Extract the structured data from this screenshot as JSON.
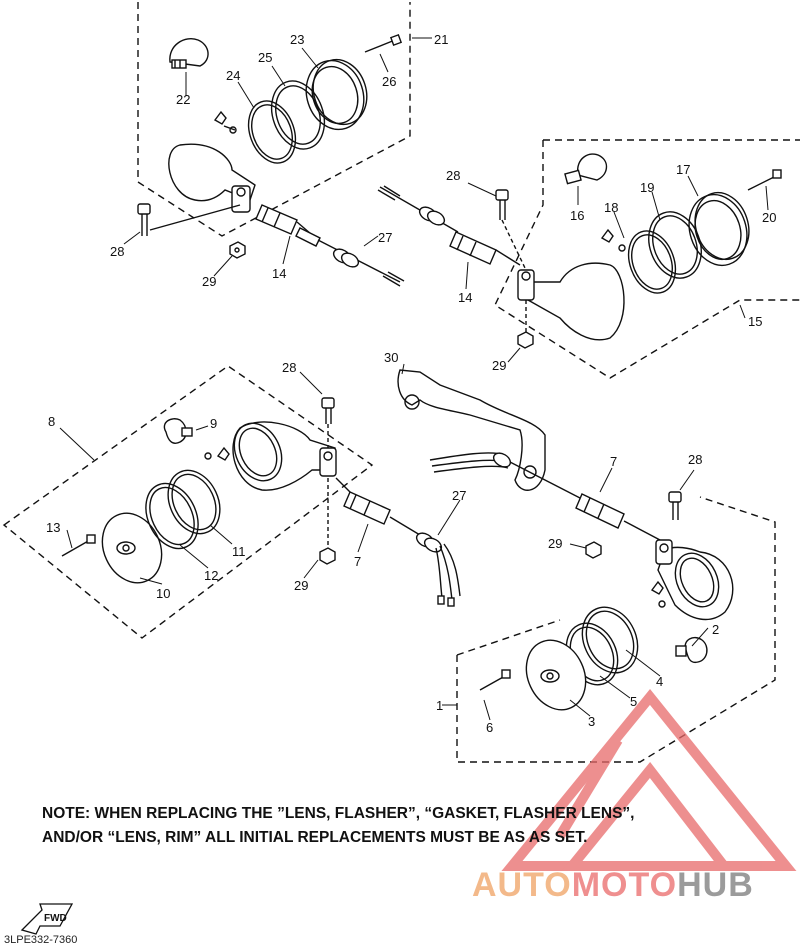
{
  "diagram": {
    "parts": [
      {
        "id": "p1",
        "label": "1"
      },
      {
        "id": "p2",
        "label": "2"
      },
      {
        "id": "p3",
        "label": "3"
      },
      {
        "id": "p4",
        "label": "4"
      },
      {
        "id": "p5",
        "label": "5"
      },
      {
        "id": "p6",
        "label": "6"
      },
      {
        "id": "p7a",
        "label": "7"
      },
      {
        "id": "p7b",
        "label": "7"
      },
      {
        "id": "p8",
        "label": "8"
      },
      {
        "id": "p9",
        "label": "9"
      },
      {
        "id": "p10",
        "label": "10"
      },
      {
        "id": "p11",
        "label": "11"
      },
      {
        "id": "p12",
        "label": "12"
      },
      {
        "id": "p13",
        "label": "13"
      },
      {
        "id": "p14a",
        "label": "14"
      },
      {
        "id": "p14b",
        "label": "14"
      },
      {
        "id": "p15",
        "label": "15"
      },
      {
        "id": "p16",
        "label": "16"
      },
      {
        "id": "p17",
        "label": "17"
      },
      {
        "id": "p18",
        "label": "18"
      },
      {
        "id": "p19",
        "label": "19"
      },
      {
        "id": "p20",
        "label": "20"
      },
      {
        "id": "p21",
        "label": "21"
      },
      {
        "id": "p22",
        "label": "22"
      },
      {
        "id": "p23",
        "label": "23"
      },
      {
        "id": "p24",
        "label": "24"
      },
      {
        "id": "p25",
        "label": "25"
      },
      {
        "id": "p26",
        "label": "26"
      },
      {
        "id": "p27a",
        "label": "27"
      },
      {
        "id": "p27b",
        "label": "27"
      },
      {
        "id": "p28a",
        "label": "28"
      },
      {
        "id": "p28b",
        "label": "28"
      },
      {
        "id": "p28c",
        "label": "28"
      },
      {
        "id": "p28d",
        "label": "28"
      },
      {
        "id": "p29a",
        "label": "29"
      },
      {
        "id": "p29b",
        "label": "29"
      },
      {
        "id": "p29c",
        "label": "29"
      },
      {
        "id": "p29d",
        "label": "29"
      },
      {
        "id": "p30",
        "label": "30"
      }
    ],
    "fwd_label": "FWD"
  },
  "note": {
    "line1": "NOTE: WHEN REPLACING THE  ”LENS, FLASHER”, “GASKET, FLASHER LENS”,",
    "line2": "AND/OR “LENS, RIM” ALL INITIAL REPLACEMENTS MUST BE AS AS SET."
  },
  "drawing_code": "3LPE332-7360",
  "watermark": {
    "part1": "AUTO",
    "part2": "MOTO",
    "part3": "HUB",
    "colors": {
      "auto": "#f3b98a",
      "moto": "#ef8f8f",
      "hub": "#9b9b9b",
      "logo": "#e86a6a"
    }
  }
}
